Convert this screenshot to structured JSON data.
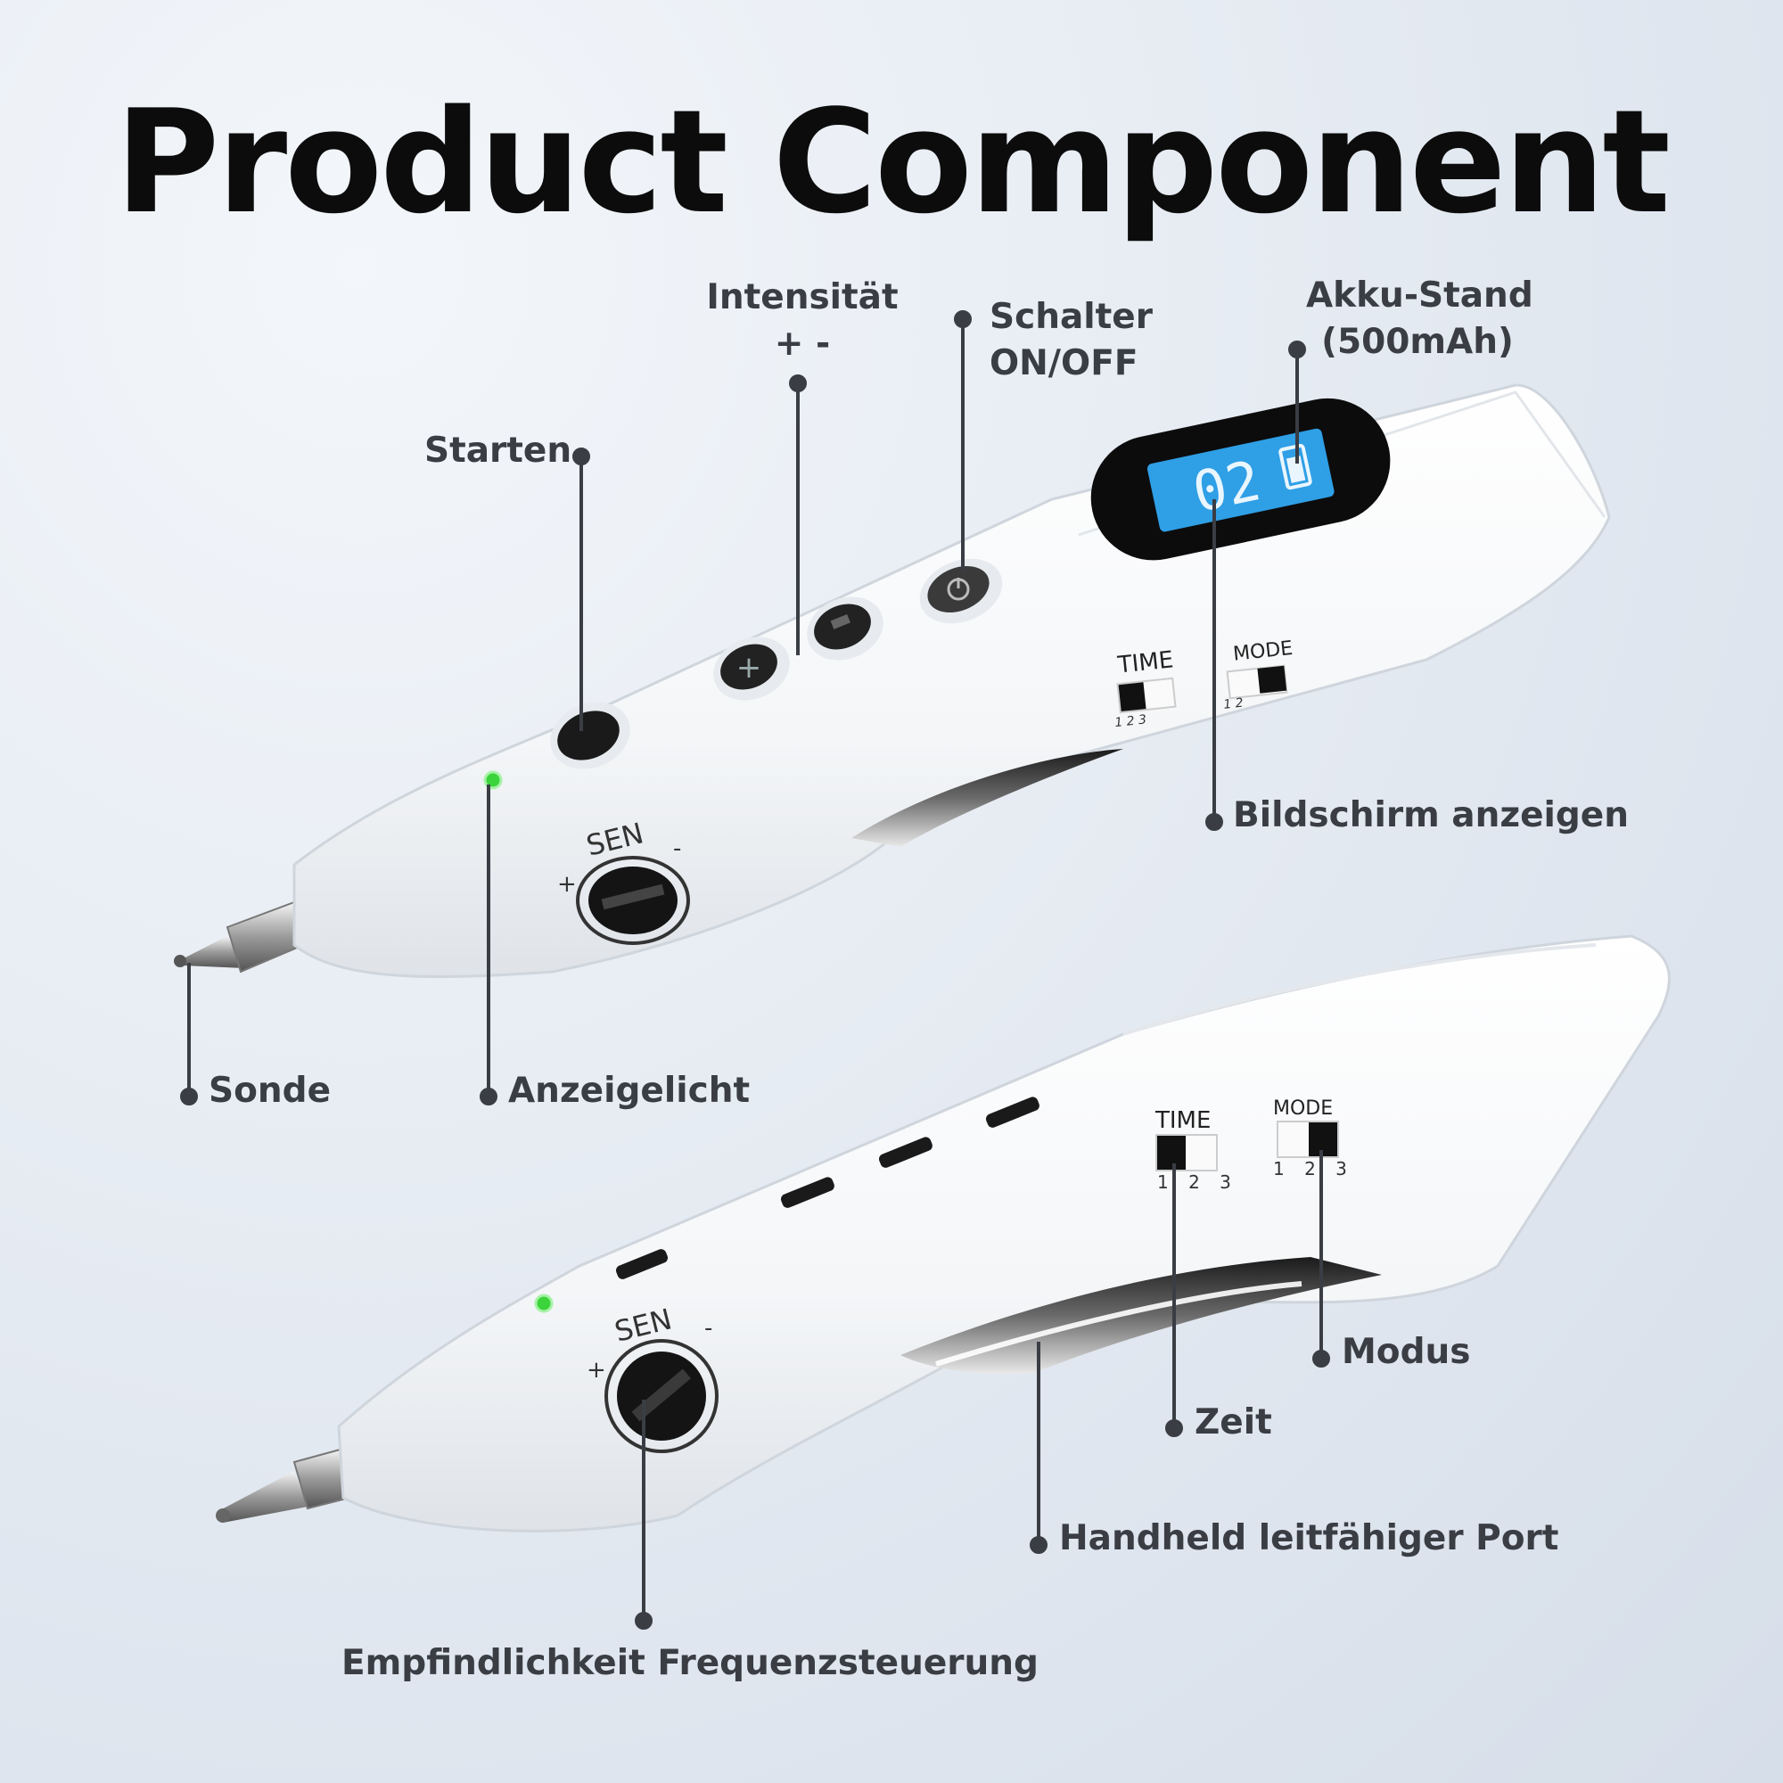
{
  "title": "Product Component",
  "device": {
    "display_value": "02",
    "top_pen": {
      "dial_label": "SEN",
      "dial_plus": "+",
      "dial_minus": "-",
      "time_label": "TIME",
      "time_ticks": "1 2 3",
      "mode_label": "MODE",
      "mode_ticks": "1 2"
    },
    "bottom_pen": {
      "dial_label": "SEN",
      "dial_plus": "+",
      "dial_minus": "-",
      "time_label": "TIME",
      "time_ticks": "1 2 3",
      "mode_label": "MODE",
      "mode_ticks": "1 2 3"
    }
  },
  "labels": {
    "intensitaet_line1": "Intensität",
    "intensitaet_line2": "+ -",
    "schalter_line1": "Schalter",
    "schalter_line2": "ON/OFF",
    "akku_line1": "Akku-Stand",
    "akku_line2": "(500mAh)",
    "starten": "Starten",
    "bildschirm": "Bildschirm anzeigen",
    "sonde": "Sonde",
    "anzeigelicht": "Anzeigelicht",
    "modus": "Modus",
    "zeit": "Zeit",
    "handheld_port": "Handheld leitfähiger Port",
    "empfindlichkeit": "Empfindlichkeit Frequenzsteuerung"
  },
  "colors": {
    "screen": "#2f9fe6",
    "indicator": "#3bd43b",
    "callout": "#3a3d44"
  }
}
